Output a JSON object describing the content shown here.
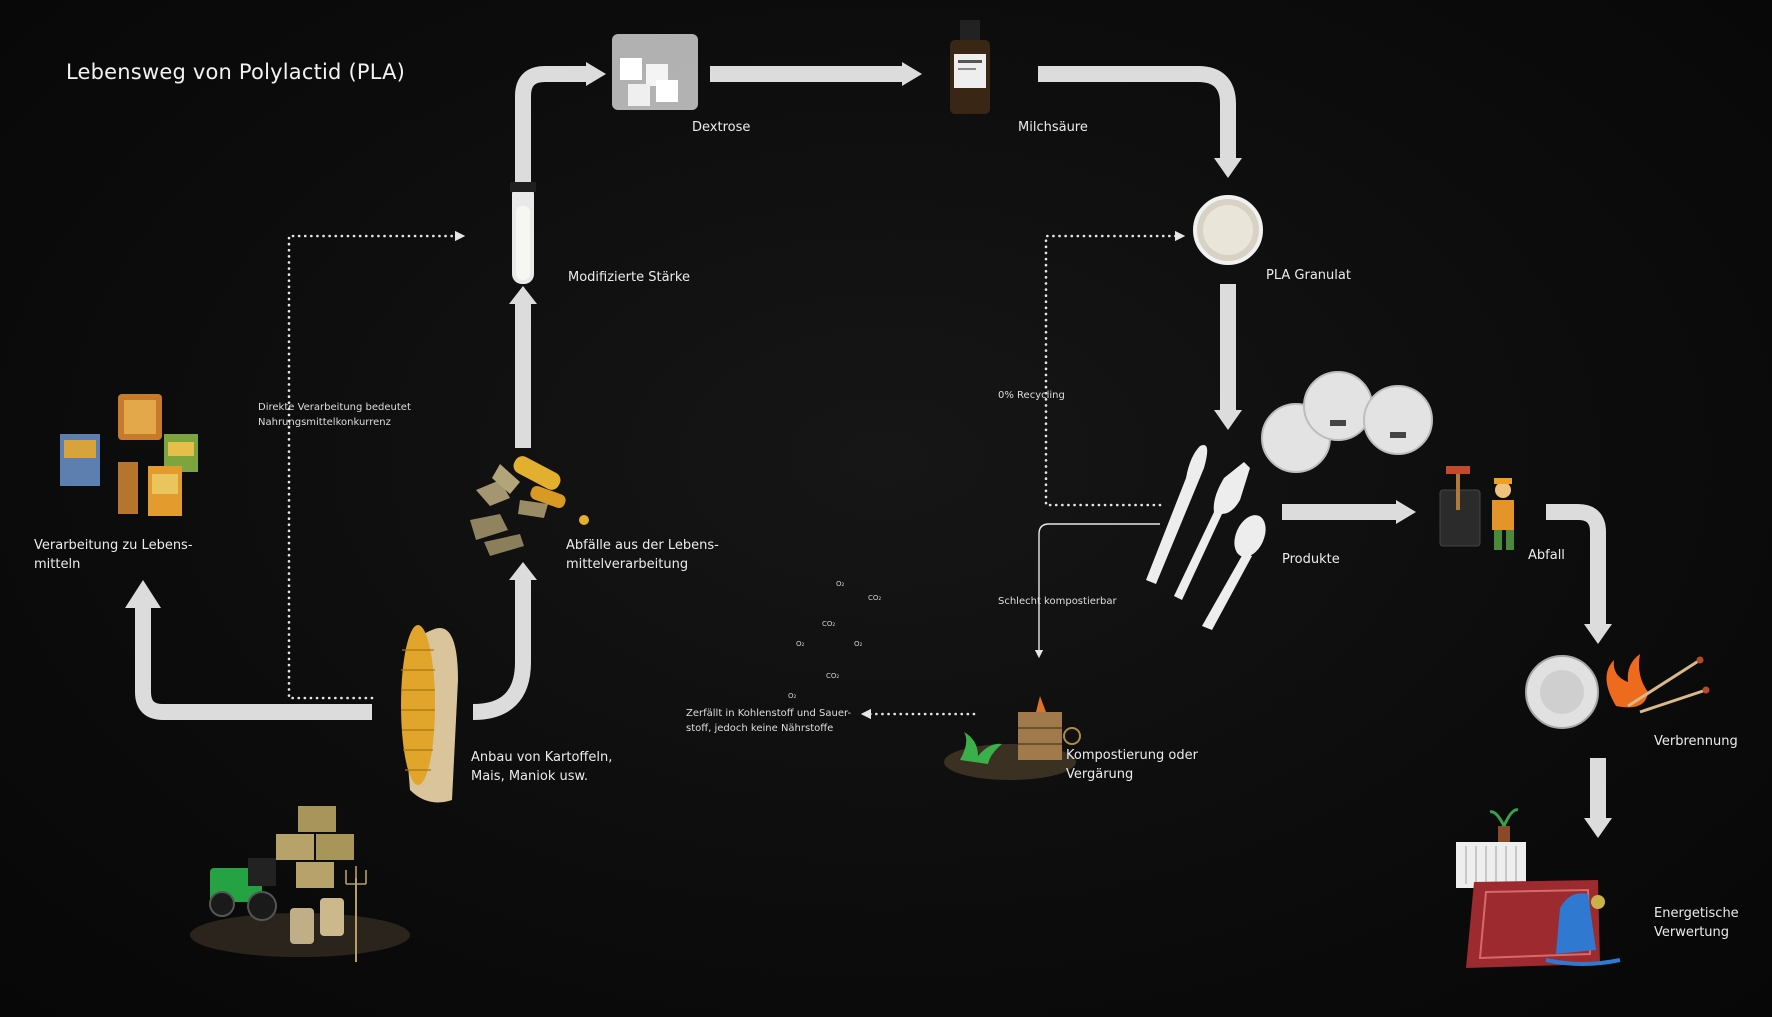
{
  "title": "Lebensweg von Polylactid (PLA)",
  "stages": {
    "food": "Verarbeitung zu Lebens-\nmitteln",
    "cultivation": "Anbau von Kartoffeln,\nMais, Maniok usw.",
    "waste_food": "Abfälle aus der Lebens-\nmittelverarbeitung",
    "starch": "Modifizierte Stärke",
    "dextrose": "Dextrose",
    "lactic_acid": "Milchsäure",
    "granulate": "PLA Granulat",
    "products": "Produkte",
    "waste": "Abfall",
    "incineration": "Verbrennung",
    "energy": "Energetische\nVerwertung",
    "composting": "Kompostierung oder\nVergärung"
  },
  "notes": {
    "food_competition": "Direkte Verarbeitung bedeutet\nNahrungsmittelkonkurrenz",
    "recycling": "0% Recycling",
    "poor_compost": "Schlecht kompostierbar",
    "decomposes": "Zerfällt in Kohlenstoff und Sauer-\nstoff, jedoch keine Nährstoffe"
  },
  "molecules": [
    "O₂",
    "CO₂",
    "CO₂",
    "O₂",
    "O₂",
    "CO₂",
    "O₂"
  ],
  "colors": {
    "background": "#0c0c0c",
    "arrow": "#dcdcdc",
    "text": "#ececec"
  }
}
